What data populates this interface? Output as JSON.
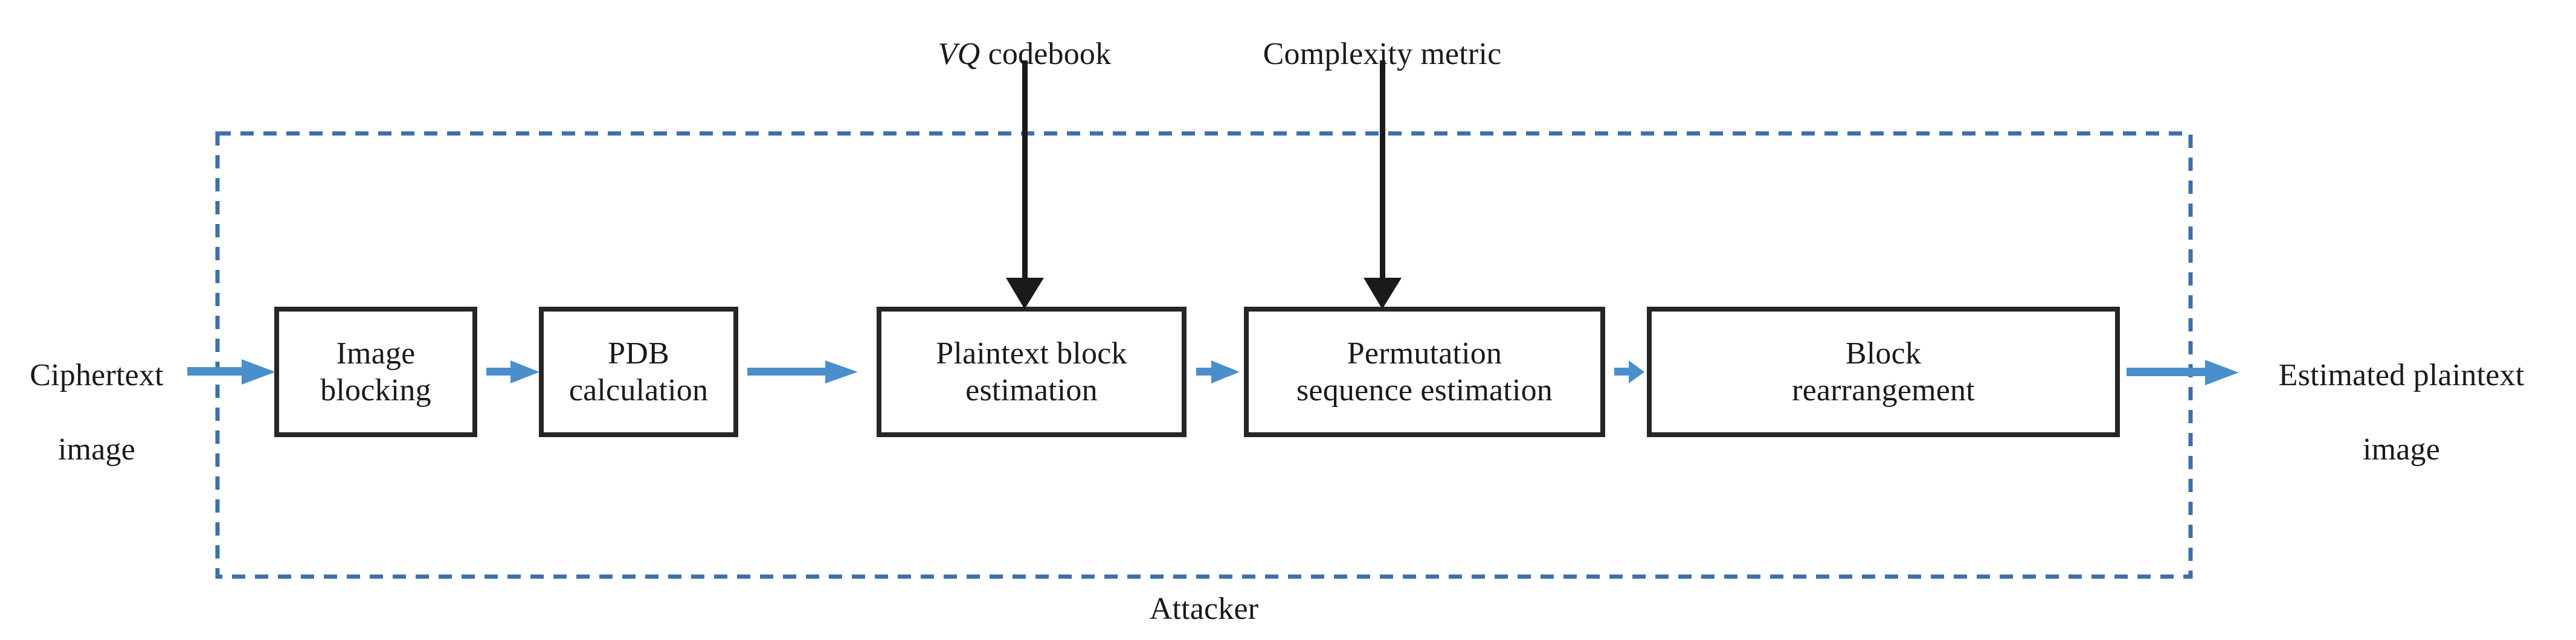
{
  "diagram": {
    "title": "Attacker ciphertext-only attack pipeline",
    "boundary_label": "Attacker",
    "colors": {
      "arrow_blue": "#4A8FCB",
      "box_stroke": "#262626",
      "boundary_dash": "#3F6FA8",
      "text": "#1A1A1A",
      "background": "#FFFFFF"
    },
    "inputs": [
      {
        "name": "ciphertext-image",
        "line1": "Ciphertext",
        "line2": "image"
      }
    ],
    "outputs": [
      {
        "name": "estimated-plaintext-image",
        "line1": "Estimated plaintext",
        "line2": "image"
      }
    ],
    "external_inputs": [
      {
        "name": "vq-codebook",
        "italic_prefix": "VQ",
        "rest": " codebook",
        "full": "VQ codebook",
        "target_box": 2
      },
      {
        "name": "complexity-metric",
        "italic_prefix": "",
        "rest": "Complexity metric",
        "full": "Complexity metric",
        "target_box": 3
      }
    ],
    "stages": [
      {
        "id": "image-blocking",
        "line1": "Image",
        "line2": "blocking"
      },
      {
        "id": "pdb-calculation",
        "line1": "PDB",
        "line2": "calculation"
      },
      {
        "id": "plaintext-block-estimation",
        "line1": "Plaintext block",
        "line2": "estimation"
      },
      {
        "id": "permutation-sequence-estimation",
        "line1": "Permutation",
        "line2": "sequence estimation"
      },
      {
        "id": "block-rearrangement",
        "line1": "Block",
        "line2": "rearrangement"
      }
    ]
  }
}
